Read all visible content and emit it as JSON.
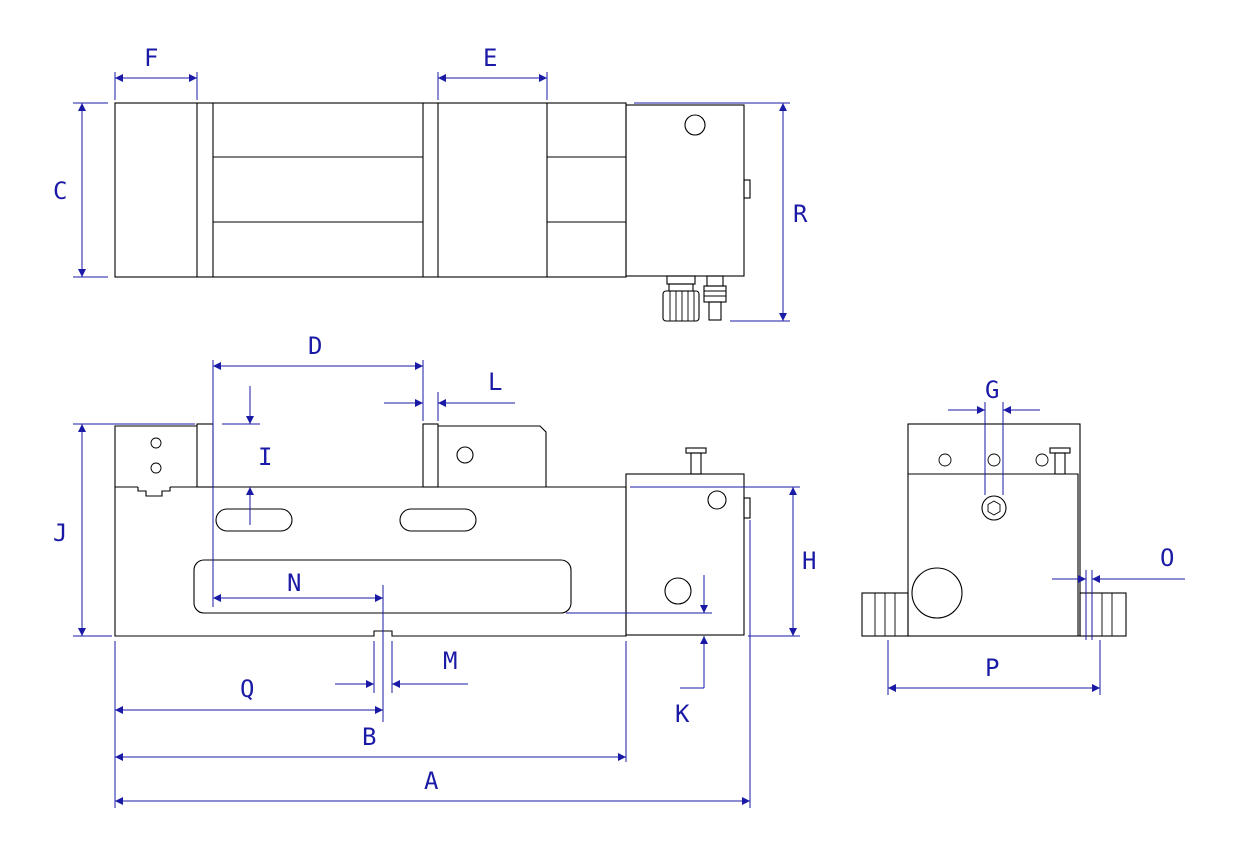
{
  "colors": {
    "outline": "#000000",
    "dimension": "#1a1aa6",
    "background": "#ffffff"
  },
  "labels": {
    "A": "A",
    "B": "B",
    "C": "C",
    "D": "D",
    "E": "E",
    "F": "F",
    "G": "G",
    "H": "H",
    "I": "I",
    "J": "J",
    "K": "K",
    "L": "L",
    "M": "M",
    "N": "N",
    "O": "O",
    "P": "P",
    "Q": "Q",
    "R": "R"
  }
}
